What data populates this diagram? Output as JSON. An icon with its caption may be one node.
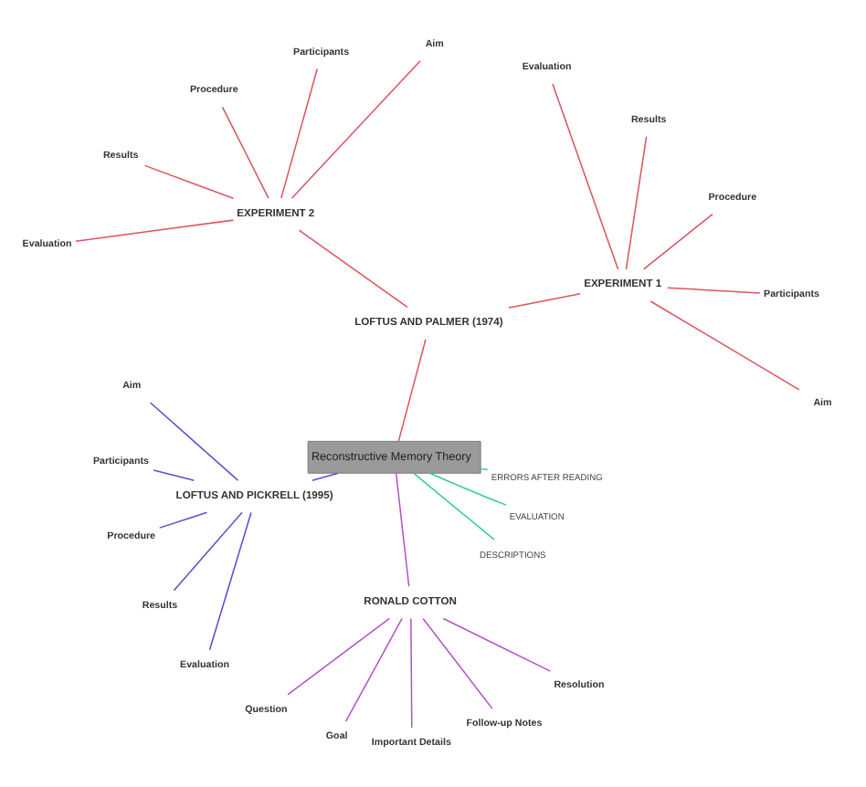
{
  "diagram": {
    "nodes": [
      {
        "text": [
          "Reconstructive Memory Theory"
        ]
      },
      {
        "text": [
          "LOFTUS AND PALMER (1974)"
        ]
      },
      {
        "text": [
          "EXPERIMENT 1"
        ]
      },
      {
        "text": [
          "Aim"
        ]
      },
      {
        "text": [
          "Participants"
        ]
      },
      {
        "text": [
          "Procedure"
        ]
      },
      {
        "text": [
          "Results"
        ]
      },
      {
        "text": [
          "Evaluation"
        ]
      },
      {
        "text": [
          "EXPERIMENT 2"
        ]
      },
      {
        "text": [
          "Aim"
        ]
      },
      {
        "text": [
          "Participants"
        ]
      },
      {
        "text": [
          "Procedure"
        ]
      },
      {
        "text": [
          "Results"
        ]
      },
      {
        "text": [
          "Evaluation"
        ]
      },
      {
        "text": [
          "LOFTUS AND PICKRELL (1995)"
        ]
      },
      {
        "text": [
          "Aim"
        ]
      },
      {
        "text": [
          "Participants"
        ]
      },
      {
        "text": [
          "Procedure"
        ]
      },
      {
        "text": [
          "Results"
        ]
      },
      {
        "text": [
          "Evaluation"
        ]
      },
      {
        "text": [
          "RONALD COTTON"
        ]
      },
      {
        "text": [
          "Question"
        ]
      },
      {
        "text": [
          "Goal"
        ]
      },
      {
        "text": [
          "Important Details"
        ]
      },
      {
        "text": [
          "Follow-up Notes"
        ]
      },
      {
        "text": [
          "Resolution"
        ]
      },
      {
        "text": [
          "DESCRIPTIONS"
        ]
      },
      {
        "text": [
          "EVALUATION"
        ]
      },
      {
        "text": [
          "ERRORS AFTER READING"
        ]
      }
    ],
    "edges": [
      {
        "from": 0,
        "to": 1,
        "arrow": "none"
      },
      {
        "from": 1,
        "to": 2,
        "arrow": "none"
      },
      {
        "from": 2,
        "to": 3,
        "arrow": "none"
      },
      {
        "from": 2,
        "to": 4,
        "arrow": "none"
      },
      {
        "from": 2,
        "to": 5,
        "arrow": "none"
      },
      {
        "from": 2,
        "to": 6,
        "arrow": "none"
      },
      {
        "from": 2,
        "to": 7,
        "arrow": "none"
      },
      {
        "from": 1,
        "to": 8,
        "arrow": "none"
      },
      {
        "from": 8,
        "to": 9,
        "arrow": "none"
      },
      {
        "from": 8,
        "to": 10,
        "arrow": "none"
      },
      {
        "from": 8,
        "to": 11,
        "arrow": "none"
      },
      {
        "from": 8,
        "to": 12,
        "arrow": "none"
      },
      {
        "from": 8,
        "to": 13,
        "arrow": "none"
      },
      {
        "from": 0,
        "to": 14,
        "arrow": "none",
        "color": "#5b4fd0"
      },
      {
        "from": 14,
        "to": 15,
        "arrow": "none",
        "color": "#5b4fd0"
      },
      {
        "from": 14,
        "to": 16,
        "arrow": "none",
        "color": "#5b4fd0"
      },
      {
        "from": 14,
        "to": 17,
        "arrow": "none",
        "color": "#5b4fd0"
      },
      {
        "from": 14,
        "to": 18,
        "arrow": "none",
        "color": "#5b4fd0"
      },
      {
        "from": 14,
        "to": 19,
        "arrow": "none",
        "color": "#5b4fd0"
      },
      {
        "from": 0,
        "to": 20,
        "arrow": "none",
        "color": "#b455c8"
      },
      {
        "from": 20,
        "to": 21,
        "arrow": "none",
        "color": "#b455c8"
      },
      {
        "from": 20,
        "to": 22,
        "arrow": "none",
        "color": "#b455c8"
      },
      {
        "from": 20,
        "to": 23,
        "arrow": "none",
        "color": "#b455c8"
      },
      {
        "from": 20,
        "to": 24,
        "arrow": "none",
        "color": "#b455c8"
      },
      {
        "from": 20,
        "to": 25,
        "arrow": "none",
        "color": "#b455c8"
      },
      {
        "from": 0,
        "to": 26,
        "arrow": "none",
        "color": "#3ccaa0"
      },
      {
        "from": 0,
        "to": 27,
        "arrow": "none",
        "color": "#3ccaa0"
      },
      {
        "from": 0,
        "to": 28,
        "arrow": "none",
        "color": "#3ccaa0"
      }
    ]
  }
}
